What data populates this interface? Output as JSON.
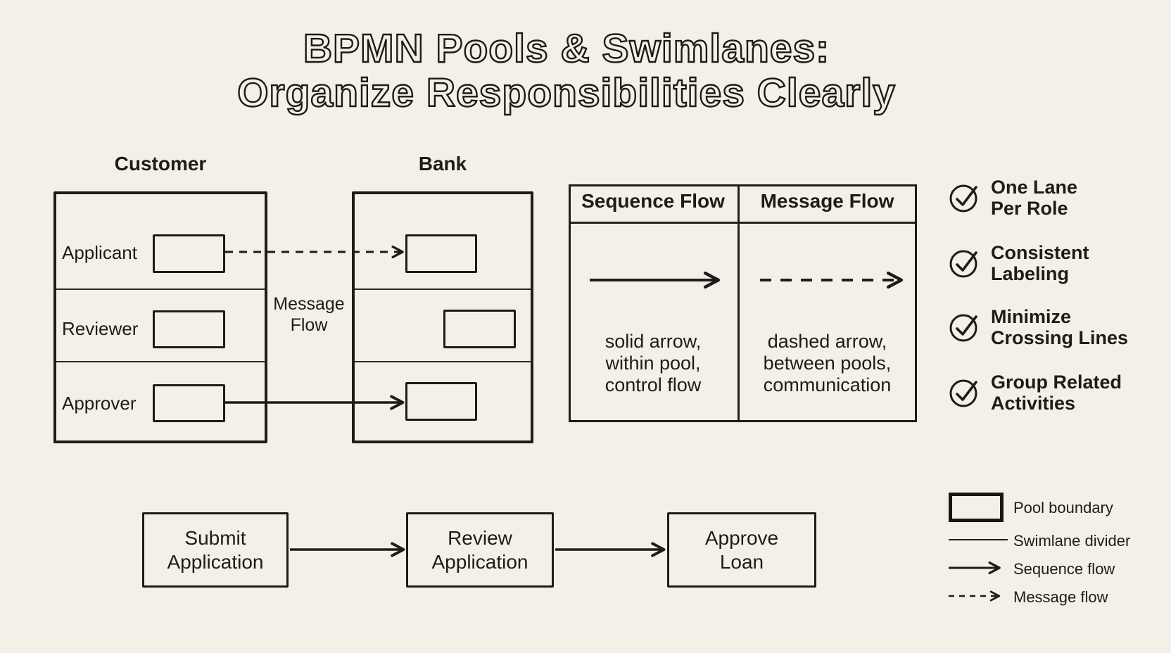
{
  "title": {
    "line1": "BPMN Pools & Swimlanes:",
    "line2": "Organize Responsibilities Clearly"
  },
  "pools": {
    "customer": {
      "label": "Customer",
      "lanes": [
        "Applicant",
        "Reviewer",
        "Approver"
      ]
    },
    "bank": {
      "label": "Bank"
    },
    "message_flow_label": {
      "line1": "Message",
      "line2": "Flow"
    }
  },
  "table": {
    "columns": [
      {
        "header": "Sequence Flow",
        "arrow_style": "solid",
        "lines": [
          "solid arrow,",
          "within pool,",
          "control flow"
        ]
      },
      {
        "header": "Message Flow",
        "arrow_style": "dashed",
        "lines": [
          "dashed arrow,",
          "between pools,",
          "communication"
        ]
      }
    ]
  },
  "checklist": [
    {
      "line1": "One Lane",
      "line2": "Per Role"
    },
    {
      "line1": "Consistent",
      "line2": "Labeling"
    },
    {
      "line1": "Minimize",
      "line2": "Crossing Lines"
    },
    {
      "line1": "Group Related",
      "line2": "Activities"
    }
  ],
  "process": [
    {
      "line1": "Submit",
      "line2": "Application"
    },
    {
      "line1": "Review",
      "line2": "Application"
    },
    {
      "line1": "Approve",
      "line2": "Loan"
    }
  ],
  "legend": [
    {
      "label": "Pool boundary",
      "icon": "pool-boundary-swatch"
    },
    {
      "label": "Swimlane divider",
      "icon": "swimlane-divider-swatch"
    },
    {
      "label": "Sequence flow",
      "icon": "sequence-flow-swatch"
    },
    {
      "label": "Message flow",
      "icon": "message-flow-swatch"
    }
  ],
  "colors": {
    "background": "#f3f0e7",
    "ink": "#1d1c1a"
  }
}
